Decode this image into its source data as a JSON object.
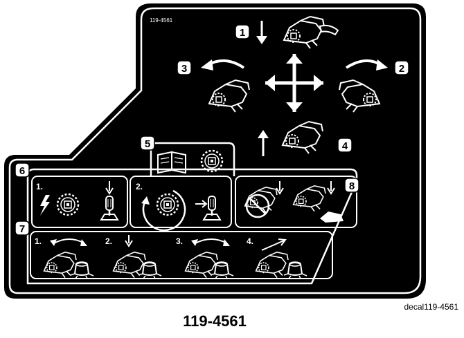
{
  "decal": {
    "corner_id": "119-4561",
    "file_label": "decal119-4561",
    "part_number": "119-4561",
    "callouts": [
      "1",
      "2",
      "3",
      "4",
      "5",
      "6",
      "7",
      "8"
    ],
    "steps_row1": [
      "1.",
      "2."
    ],
    "steps_row2": [
      "1.",
      "2.",
      "3.",
      "4."
    ],
    "colors": {
      "background": "#000000",
      "foreground": "#ffffff",
      "paper": "#ffffff"
    },
    "icons": [
      "arrow-down-icon",
      "arrow-curve-right-icon",
      "arrow-curve-left-icon",
      "arrow-up-icon",
      "four-way-arrows-icon",
      "operator-manual-icon",
      "cutter-wheel-icon",
      "lightning-icon",
      "joystick-icon",
      "rotation-icon",
      "prohibition-icon",
      "stump-grinder-icon",
      "hand-icon"
    ]
  }
}
